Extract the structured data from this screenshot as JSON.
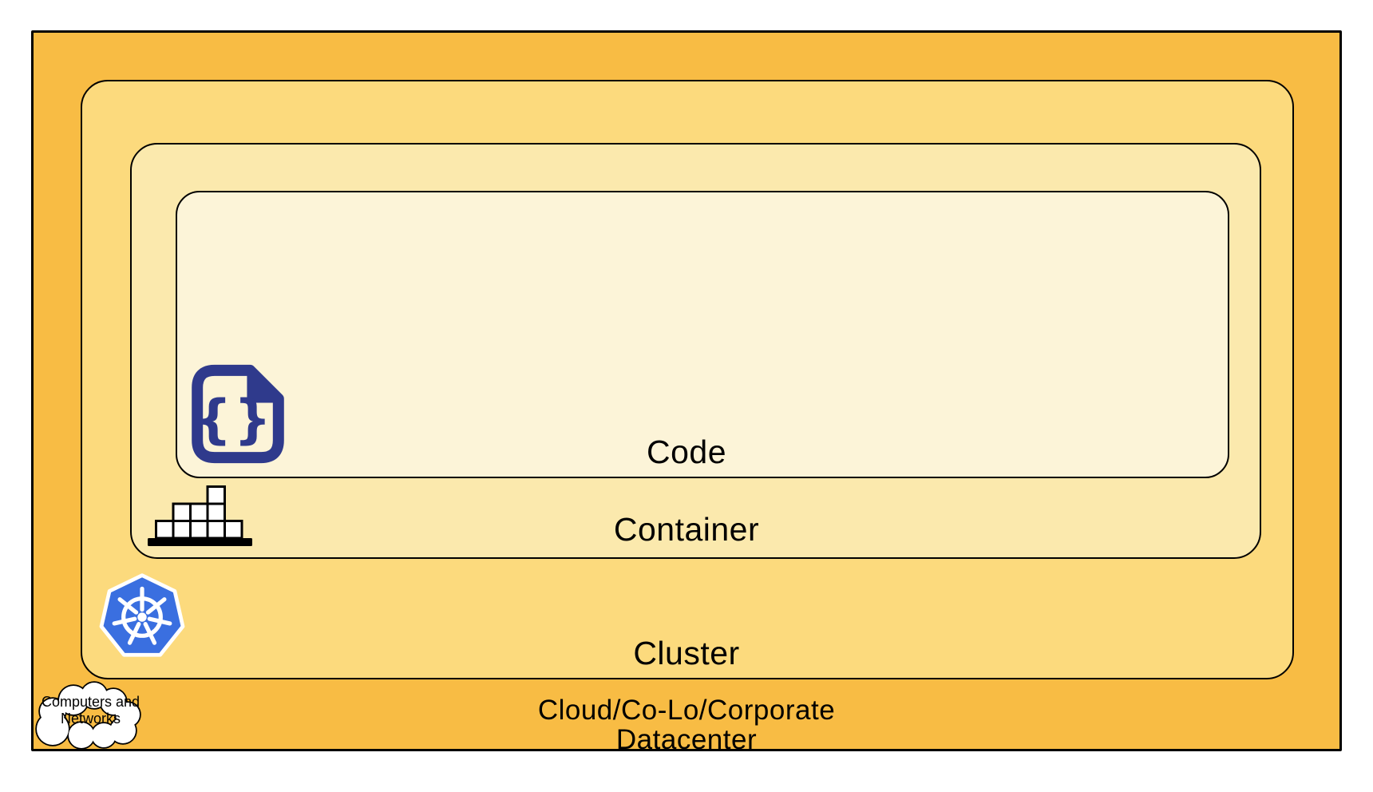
{
  "diagram": {
    "layers": {
      "code": {
        "label": "Code",
        "color": "#FCF4D8"
      },
      "container": {
        "label": "Container",
        "color": "#FBE9AD"
      },
      "cluster": {
        "label": "Cluster",
        "color": "#FCDA7D"
      },
      "datacenter": {
        "label_line1": "Cloud/Co-Lo/Corporate",
        "label_line2": "Datacenter",
        "color": "#F8BC44"
      }
    },
    "cloud_callout": {
      "line1": "Computers and",
      "line2": "Networks",
      "fill": "#FFFFFF"
    },
    "icons": {
      "code_file_icon": {
        "color": "#2F3A8C"
      },
      "container_blocks_icon": {
        "color": "#000000"
      },
      "kubernetes_icon": {
        "color": "#3A6FE0"
      }
    },
    "border_color": "#000000"
  }
}
